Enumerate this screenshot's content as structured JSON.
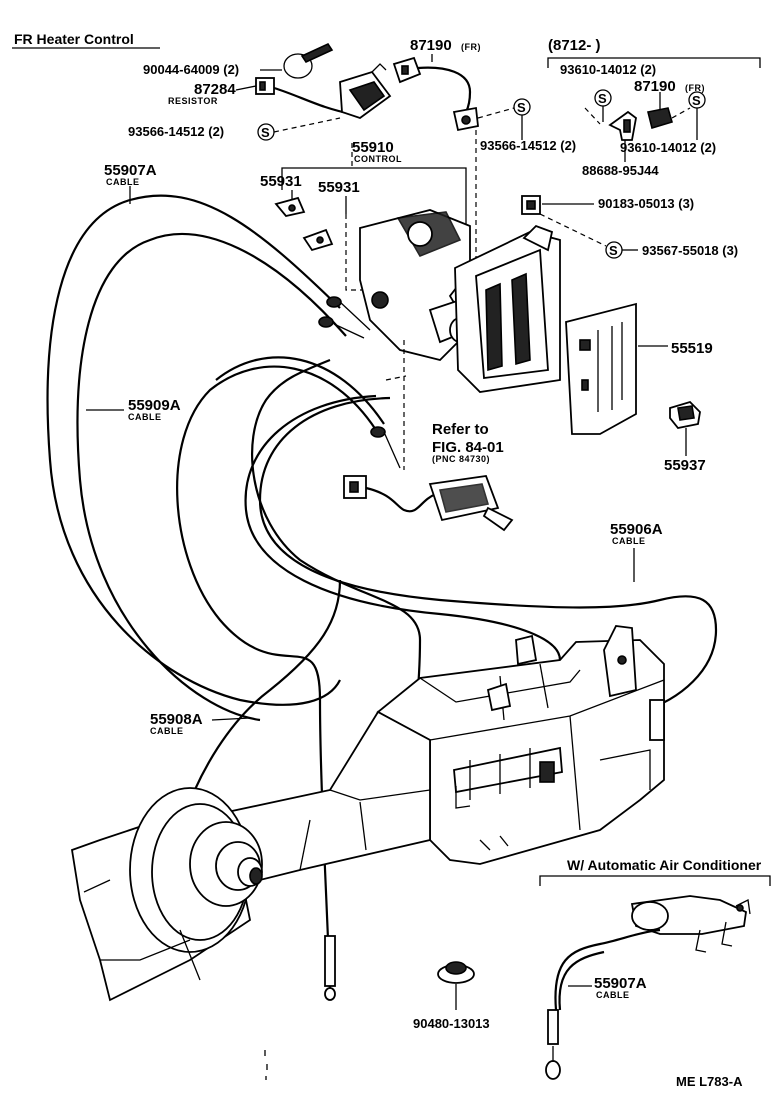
{
  "title": "FR Heater Control",
  "callout_group": "(8712-        )",
  "section_ac": "W/ Automatic Air Conditioner",
  "refer": {
    "line1": "Refer to",
    "line2": "FIG. 84-01",
    "line3": "(PNC 84730)"
  },
  "footer_code": "ME  L783-A",
  "screw_mark": "S",
  "parts": {
    "p90044": "90044-64009 (2)",
    "p87284": "87284",
    "p87284_sub": "RESISTOR",
    "p93566a": "93566-14512 (2)",
    "p87190a": "87190",
    "p87190a_suf": "(FR)",
    "p93566b": "93566-14512 (2)",
    "p55910": "55910",
    "p55910_sub": "CONTROL",
    "p55931a": "55931",
    "p55931b": "55931",
    "p93610a": "93610-14012 (2)",
    "p87190b": "87190",
    "p87190b_suf": "(FR)",
    "p93610b": "93610-14012 (2)",
    "p88688": "88688-95J44",
    "p90183": "90183-05013 (3)",
    "p93567": "93567-55018 (3)",
    "p55907a": "55907A",
    "p55907a_sub": "CABLE",
    "p55909a": "55909A",
    "p55909a_sub": "CABLE",
    "p55519": "55519",
    "p55937": "55937",
    "p55906a": "55906A",
    "p55906a_sub": "CABLE",
    "p55908a": "55908A",
    "p55908a_sub": "CABLE",
    "p90480": "90480-13013",
    "p55907b": "55907A",
    "p55907b_sub": "CABLE"
  }
}
